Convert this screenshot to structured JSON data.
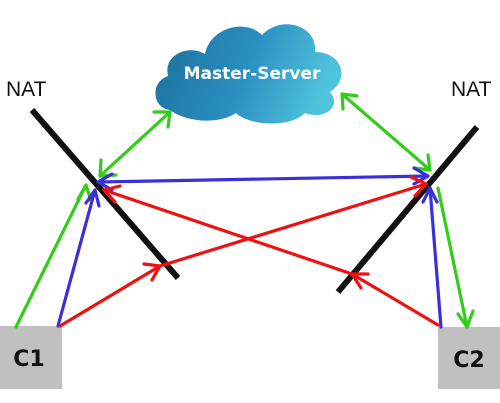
{
  "server": {
    "label": "Master-Server"
  },
  "nat": {
    "left_label": "NAT",
    "right_label": "NAT"
  },
  "clients": {
    "c1_label": "C1",
    "c2_label": "C2"
  },
  "colors": {
    "server_dark": "#1b6f9c",
    "server_light": "#4fc3dc",
    "nat_line": "#111111",
    "client_box": "#c0c0c0",
    "green_arrows": "#33cc1a",
    "blue_arrows": "#3a2fd8",
    "red_arrows": "#ee1111"
  }
}
